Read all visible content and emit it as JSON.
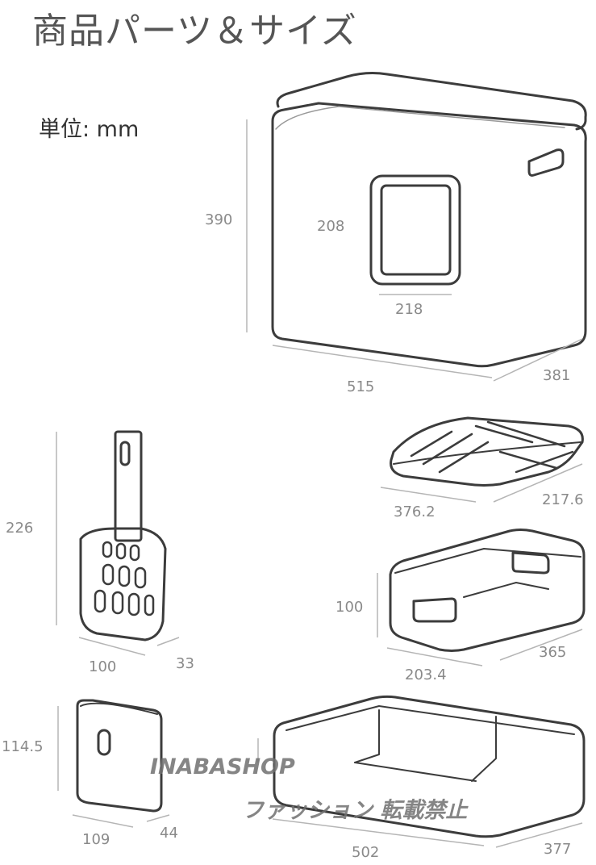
{
  "title": "商品パーツ＆サイズ",
  "unit_label": "単位: mm",
  "dimensions": {
    "box_height": "390",
    "window_height": "208",
    "window_width": "218",
    "box_width": "515",
    "box_depth": "381",
    "scoop_height": "226",
    "scoop_width": "100",
    "scoop_depth": "33",
    "mat_width": "376.2",
    "mat_depth": "217.6",
    "tray_height": "100",
    "tray_width": "203.4",
    "tray_depth": "365",
    "holder_height": "114.5",
    "holder_width": "109",
    "holder_depth": "44",
    "base_width": "502",
    "base_depth": "377"
  },
  "watermark": {
    "line1": "INABASHOP",
    "line2": "ファッション 転載禁止"
  }
}
